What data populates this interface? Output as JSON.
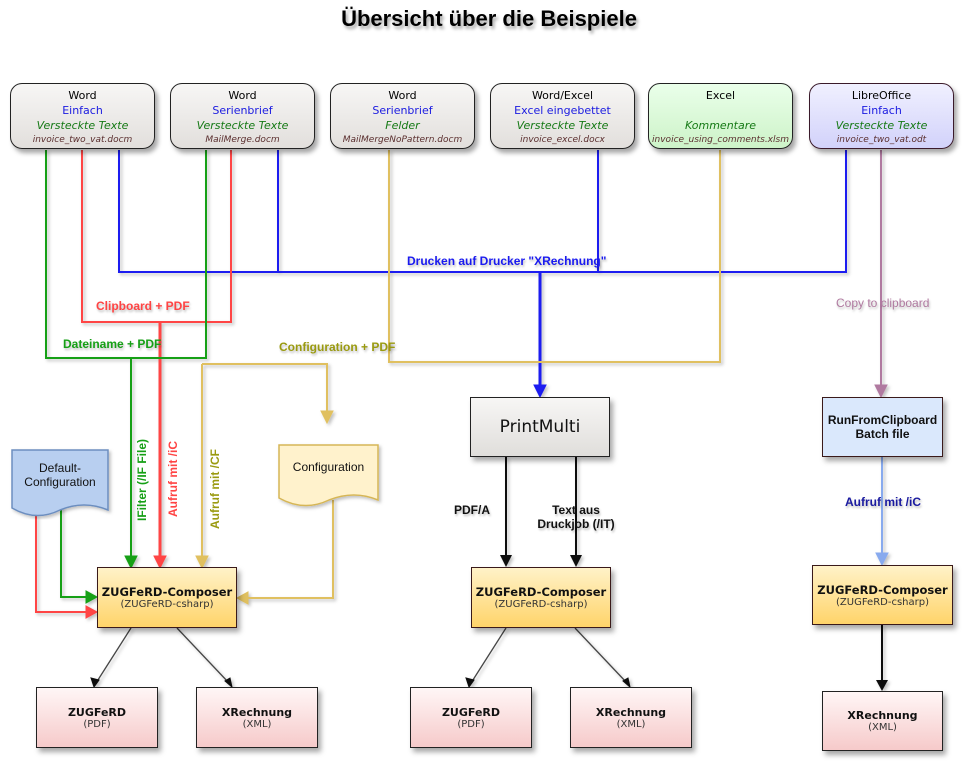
{
  "title": "Übersicht über die Beispiele",
  "sources": [
    {
      "app": "Word",
      "line1": "Einfach",
      "line2": "Versteckte Texte",
      "file": "invoice_two_vat.docm",
      "bg": "#ebe9e7"
    },
    {
      "app": "Word",
      "line1": "Serienbrief",
      "line2": "Versteckte Texte",
      "file": "MailMerge.docm",
      "bg": "#ebe9e7"
    },
    {
      "app": "Word",
      "line1": "Serienbrief",
      "line2": "Felder",
      "file": "MailMergeNoPattern.docm",
      "bg": "#ebe9e7"
    },
    {
      "app": "Word/Excel",
      "line1": "Excel eingebettet",
      "line2": "Versteckte Texte",
      "file": "invoice_excel.docx",
      "bg": "#ebe9e7"
    },
    {
      "app": "Excel",
      "line1": "",
      "line2": "Kommentare",
      "file": "invoice_using_comments.xlsm",
      "bg": "#d8f8d4"
    },
    {
      "app": "LibreOffice",
      "line1": "Einfach",
      "line2": "Versteckte Texte",
      "file": "invoice_two_vat.odt",
      "bg": "#dcdcfc"
    }
  ],
  "edge_labels": {
    "print": "Drucken auf Drucker \"XRechnung\"",
    "clipboard_pdf": "Clipboard + PDF",
    "filename_pdf": "Dateiname + PDF",
    "config_pdf": "Configuration + PDF",
    "copy_clipboard": "Copy to clipboard",
    "ifilter": "IFilter (/IF File)",
    "call_ic": "Aufruf mit /iC",
    "call_cf": "Aufruf mit /CF",
    "pdfa": "PDF/A",
    "text_job_1": "Text aus",
    "text_job_2": "Druckjob (/IT)",
    "call_ic_right": "Aufruf mit /iC"
  },
  "nodes": {
    "printmulti": "PrintMulti",
    "runclip_1": "RunFromClipboard",
    "runclip_2": "Batch file",
    "default_config_1": "Default-",
    "default_config_2": "Configuration",
    "configuration": "Configuration",
    "composer_main": "ZUGFeRD-Composer",
    "composer_sub": "(ZUGFeRD-csharp)",
    "zugferd_main": "ZUGFeRD",
    "zugferd_sub": "(PDF)",
    "xrechnung_main": "XRechnung",
    "xrechnung_sub": "(XML)"
  },
  "colors": {
    "blue": "#1a1af0",
    "red": "#ff4444",
    "green": "#16a016",
    "gold": "#e0c060",
    "mauve": "#b07aa0",
    "lightblue": "#88aaee",
    "olive": "#9a9a10",
    "darkblue": "#1a1aa0"
  }
}
